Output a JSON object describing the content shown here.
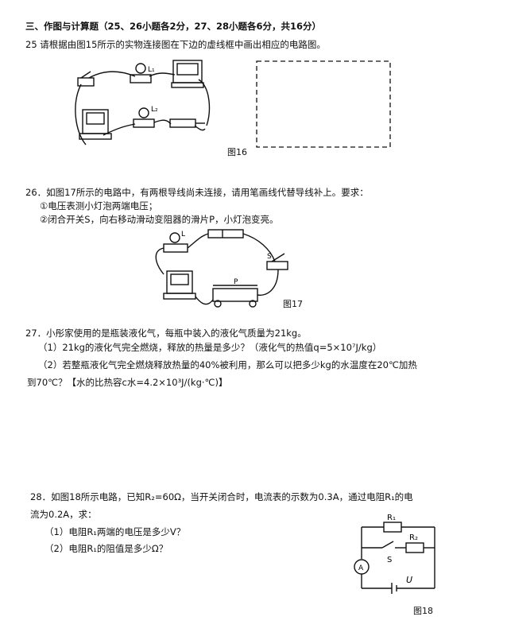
{
  "section_title": "三、作图与计算题（25、26小题各2分，27、28小题各6分，共16分）",
  "q25": {
    "text": "25  请根据由图15所示的实物连接图在下边的虚线框中画出相应的电路图。",
    "fig_label": "图16",
    "labels": [
      "L₁",
      "L₂"
    ]
  },
  "q26": {
    "text": "26．如图17所示的电路中，有两根导线尚未连接，请用笔画线代替导线补上。要求：",
    "req1": "①电压表测小灯泡两端电压；",
    "req2": "②闭合开关S，向右移动滑动变阻器的滑片P，小灯泡变亮。",
    "fig_label": "图17",
    "labels": [
      "L",
      "S",
      "P"
    ]
  },
  "q27": {
    "text": "27．小彤家使用的是瓶装液化气，每瓶中装入的液化气质量为21kg。",
    "sub1": "（1）21kg的液化气完全燃烧，释放的热量是多少？（液化气的热值q=5×10⁷J/kg）",
    "sub2": "（2）若整瓶液化气完全燃烧释放热量的40%被利用，那么可以把多少kg的水温度在20℃加热",
    "sub2b": "到70℃？【水的比热容c水=4.2×10³J/(kg·℃)】"
  },
  "q28": {
    "text": "28．如图18所示电路，已知R₂=60Ω，当开关闭合时，电流表的示数为0.3A，通过电阻R₁的电",
    "text2": "流为0.2A，求：",
    "sub1": "（1）电阻R₁两端的电压是多少V？",
    "sub2": "（2）电阻R₁的阻值是多少Ω？",
    "fig_label": "图18",
    "labels": {
      "r1": "R₁",
      "r2": "R₂",
      "s": "S",
      "a": "A",
      "u": "U"
    }
  }
}
